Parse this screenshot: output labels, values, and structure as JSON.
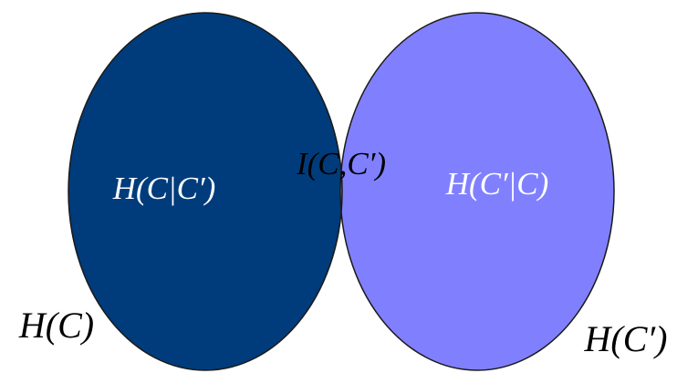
{
  "diagram": {
    "regions": {
      "left_only": {
        "label": "H(C|C′)",
        "color": "#003c7c"
      },
      "right_only": {
        "label": "H(C′|C)",
        "color": "#8080ff"
      },
      "intersection": {
        "label": "I(C,C′)",
        "color": "#a6a6a6"
      }
    },
    "sets": {
      "left": {
        "label": "H(C)"
      },
      "right": {
        "label": "H(C′)"
      }
    },
    "label_colors": {
      "inside": "#ffffff",
      "intersection": "#000000",
      "outside": "#000000"
    },
    "outline_color": "#1a1a1a"
  }
}
